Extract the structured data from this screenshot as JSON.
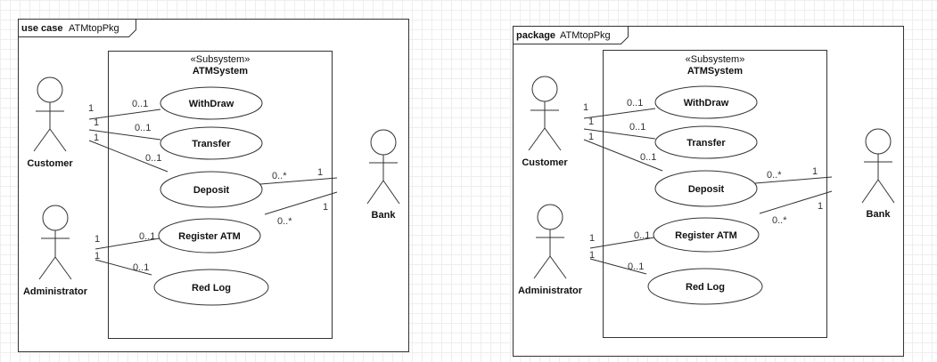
{
  "diagrams": [
    {
      "keyword": "use case",
      "name": "ATMtopPkg",
      "subsystem": {
        "stereotype": "«Subsystem»",
        "name": "ATMSystem"
      },
      "actors": [
        "Customer",
        "Administrator",
        "Bank"
      ],
      "usecases": [
        "WithDraw",
        "Transfer",
        "Deposit",
        "Register ATM",
        "Red Log"
      ],
      "multiplicities": [
        "1",
        "0..1",
        "1",
        "0..1",
        "1",
        "0..1",
        "0..*",
        "1",
        "1",
        "0..*",
        "1",
        "0..1",
        "1",
        "0..1"
      ]
    },
    {
      "keyword": "package",
      "name": "ATMtopPkg",
      "subsystem": {
        "stereotype": "«Subsystem»",
        "name": "ATMSystem"
      },
      "actors": [
        "Customer",
        "Administrator",
        "Bank"
      ],
      "usecases": [
        "WithDraw",
        "Transfer",
        "Deposit",
        "Register ATM",
        "Red Log"
      ],
      "multiplicities": [
        "1",
        "0..1",
        "1",
        "0..1",
        "1",
        "0..1",
        "0..*",
        "1",
        "1",
        "0..*",
        "1",
        "0..1",
        "1",
        "0..1"
      ]
    }
  ]
}
